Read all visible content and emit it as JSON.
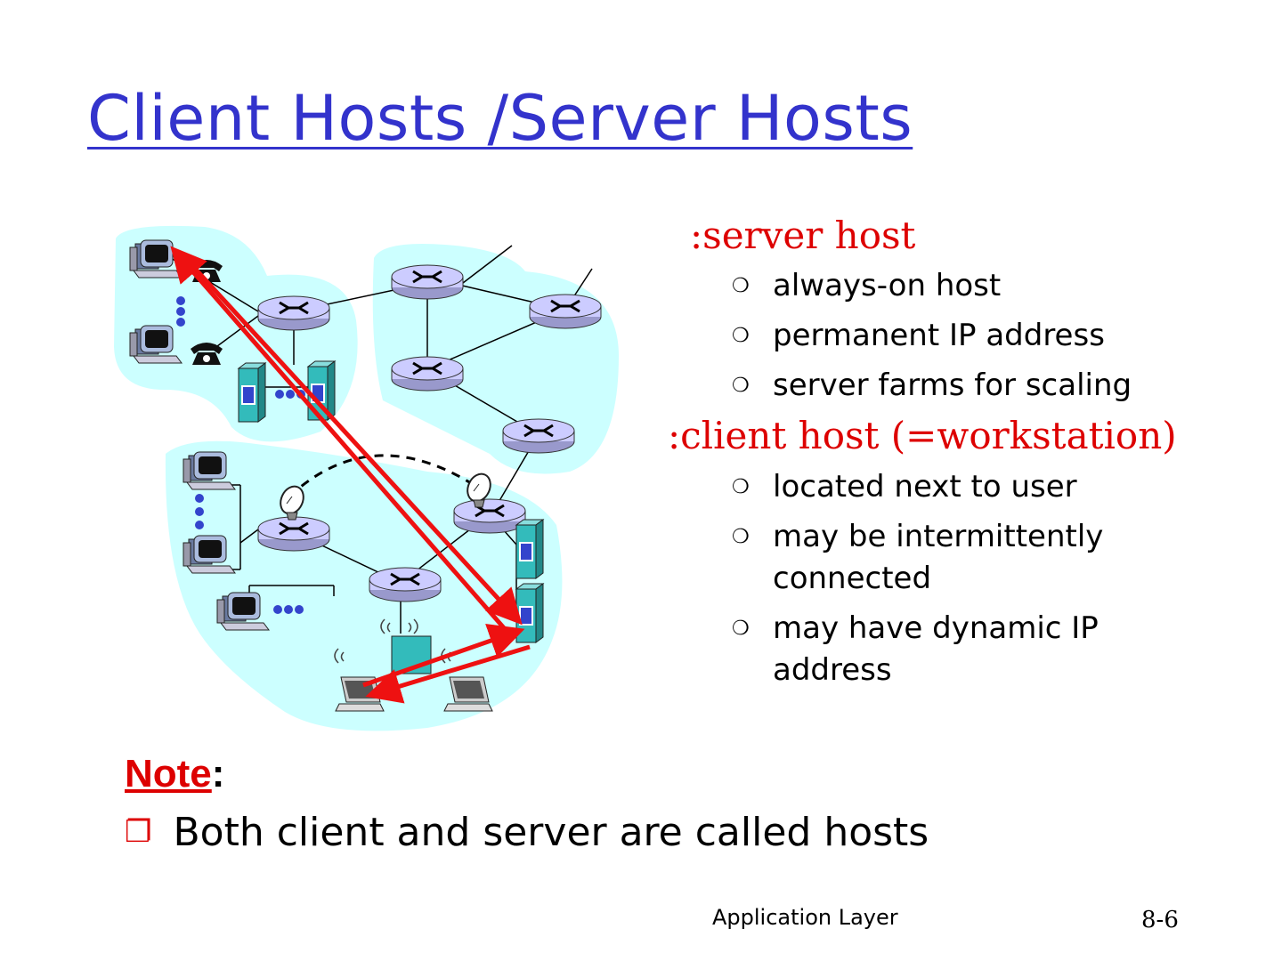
{
  "title": "Client Hosts /Server Hosts",
  "server": {
    "heading": ":server host",
    "bullet_icon": "circle-bullet-icon",
    "items": [
      "always-on host",
      "permanent IP address",
      "server farms for scaling"
    ]
  },
  "client": {
    "heading": ":client host (=workstation)",
    "bullet_icon": "circle-bullet-icon",
    "items": [
      "located next to user",
      "may be intermittently connected",
      "may have dynamic IP address"
    ]
  },
  "note": {
    "label": "Note",
    "colon": ":"
  },
  "main_bullet": {
    "icon": "box-bullet-icon",
    "text": "Both client and server are called hosts"
  },
  "footer": {
    "section": "Application Layer",
    "page": "8-6"
  },
  "colors": {
    "title": "#3333cc",
    "accent_red": "#dd0000",
    "network_fill": "#ccffff",
    "router": "#ccccff",
    "server": "#33bbbb",
    "arrow": "#ee1111"
  }
}
